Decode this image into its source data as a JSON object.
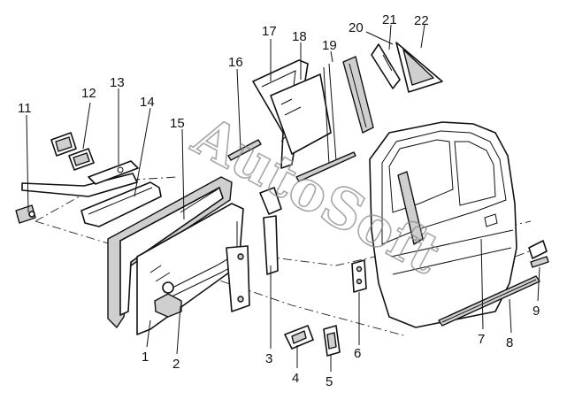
{
  "watermark": "AutoSoft",
  "callouts": [
    "1",
    "2",
    "3",
    "4",
    "5",
    "6",
    "7",
    "8",
    "9",
    "11",
    "12",
    "13",
    "14",
    "15",
    "16",
    "17",
    "18",
    "19",
    "20",
    "21",
    "22"
  ]
}
